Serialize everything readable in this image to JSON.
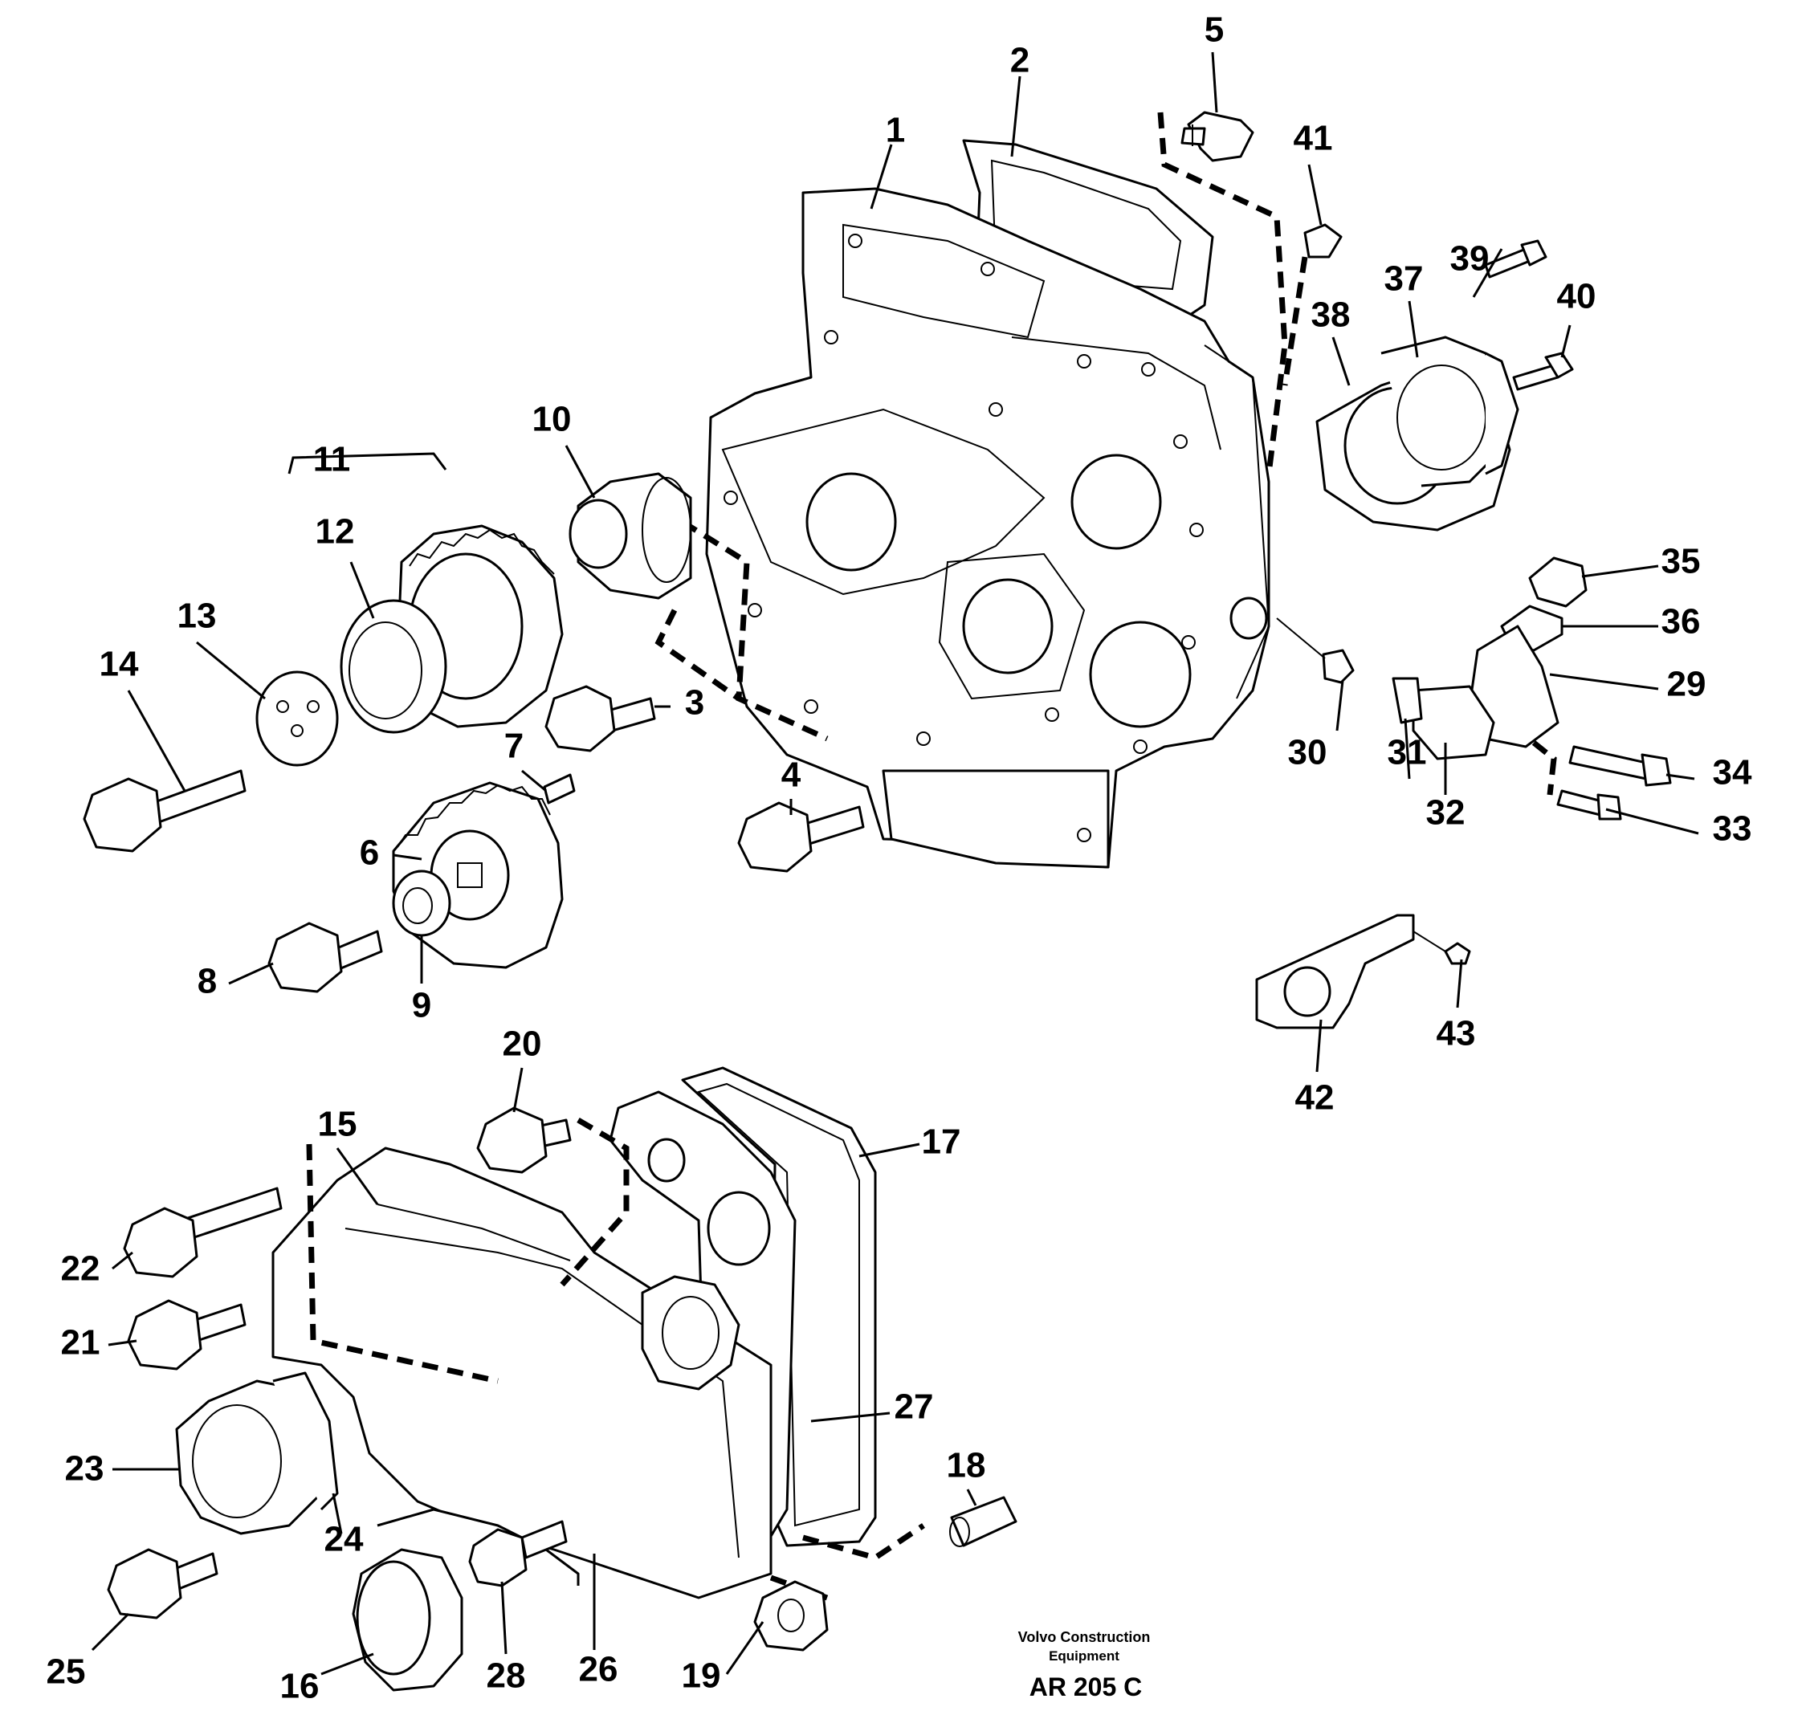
{
  "diagram": {
    "callouts": [
      {
        "id": "1",
        "label": "1"
      },
      {
        "id": "2",
        "label": "2"
      },
      {
        "id": "3",
        "label": "3"
      },
      {
        "id": "4",
        "label": "4"
      },
      {
        "id": "5",
        "label": "5"
      },
      {
        "id": "6",
        "label": "6"
      },
      {
        "id": "7",
        "label": "7"
      },
      {
        "id": "8",
        "label": "8"
      },
      {
        "id": "9",
        "label": "9"
      },
      {
        "id": "10",
        "label": "10"
      },
      {
        "id": "11",
        "label": "11"
      },
      {
        "id": "12",
        "label": "12"
      },
      {
        "id": "13",
        "label": "13"
      },
      {
        "id": "14",
        "label": "14"
      },
      {
        "id": "15",
        "label": "15"
      },
      {
        "id": "16",
        "label": "16"
      },
      {
        "id": "17",
        "label": "17"
      },
      {
        "id": "18",
        "label": "18"
      },
      {
        "id": "19",
        "label": "19"
      },
      {
        "id": "20",
        "label": "20"
      },
      {
        "id": "21",
        "label": "21"
      },
      {
        "id": "22",
        "label": "22"
      },
      {
        "id": "23",
        "label": "23"
      },
      {
        "id": "24",
        "label": "24"
      },
      {
        "id": "25",
        "label": "25"
      },
      {
        "id": "26",
        "label": "26"
      },
      {
        "id": "27",
        "label": "27"
      },
      {
        "id": "28",
        "label": "28"
      },
      {
        "id": "29",
        "label": "29"
      },
      {
        "id": "30",
        "label": "30"
      },
      {
        "id": "31",
        "label": "31"
      },
      {
        "id": "32",
        "label": "32"
      },
      {
        "id": "33",
        "label": "33"
      },
      {
        "id": "34",
        "label": "34"
      },
      {
        "id": "35",
        "label": "35"
      },
      {
        "id": "36",
        "label": "36"
      },
      {
        "id": "37",
        "label": "37"
      },
      {
        "id": "38",
        "label": "38"
      },
      {
        "id": "39",
        "label": "39"
      },
      {
        "id": "40",
        "label": "40"
      },
      {
        "id": "41",
        "label": "41"
      },
      {
        "id": "42",
        "label": "42"
      },
      {
        "id": "43",
        "label": "43"
      }
    ]
  },
  "footer": {
    "company_line1": "Volvo Construction",
    "company_line2": "Equipment",
    "drawing_code": "AR 205 C"
  }
}
